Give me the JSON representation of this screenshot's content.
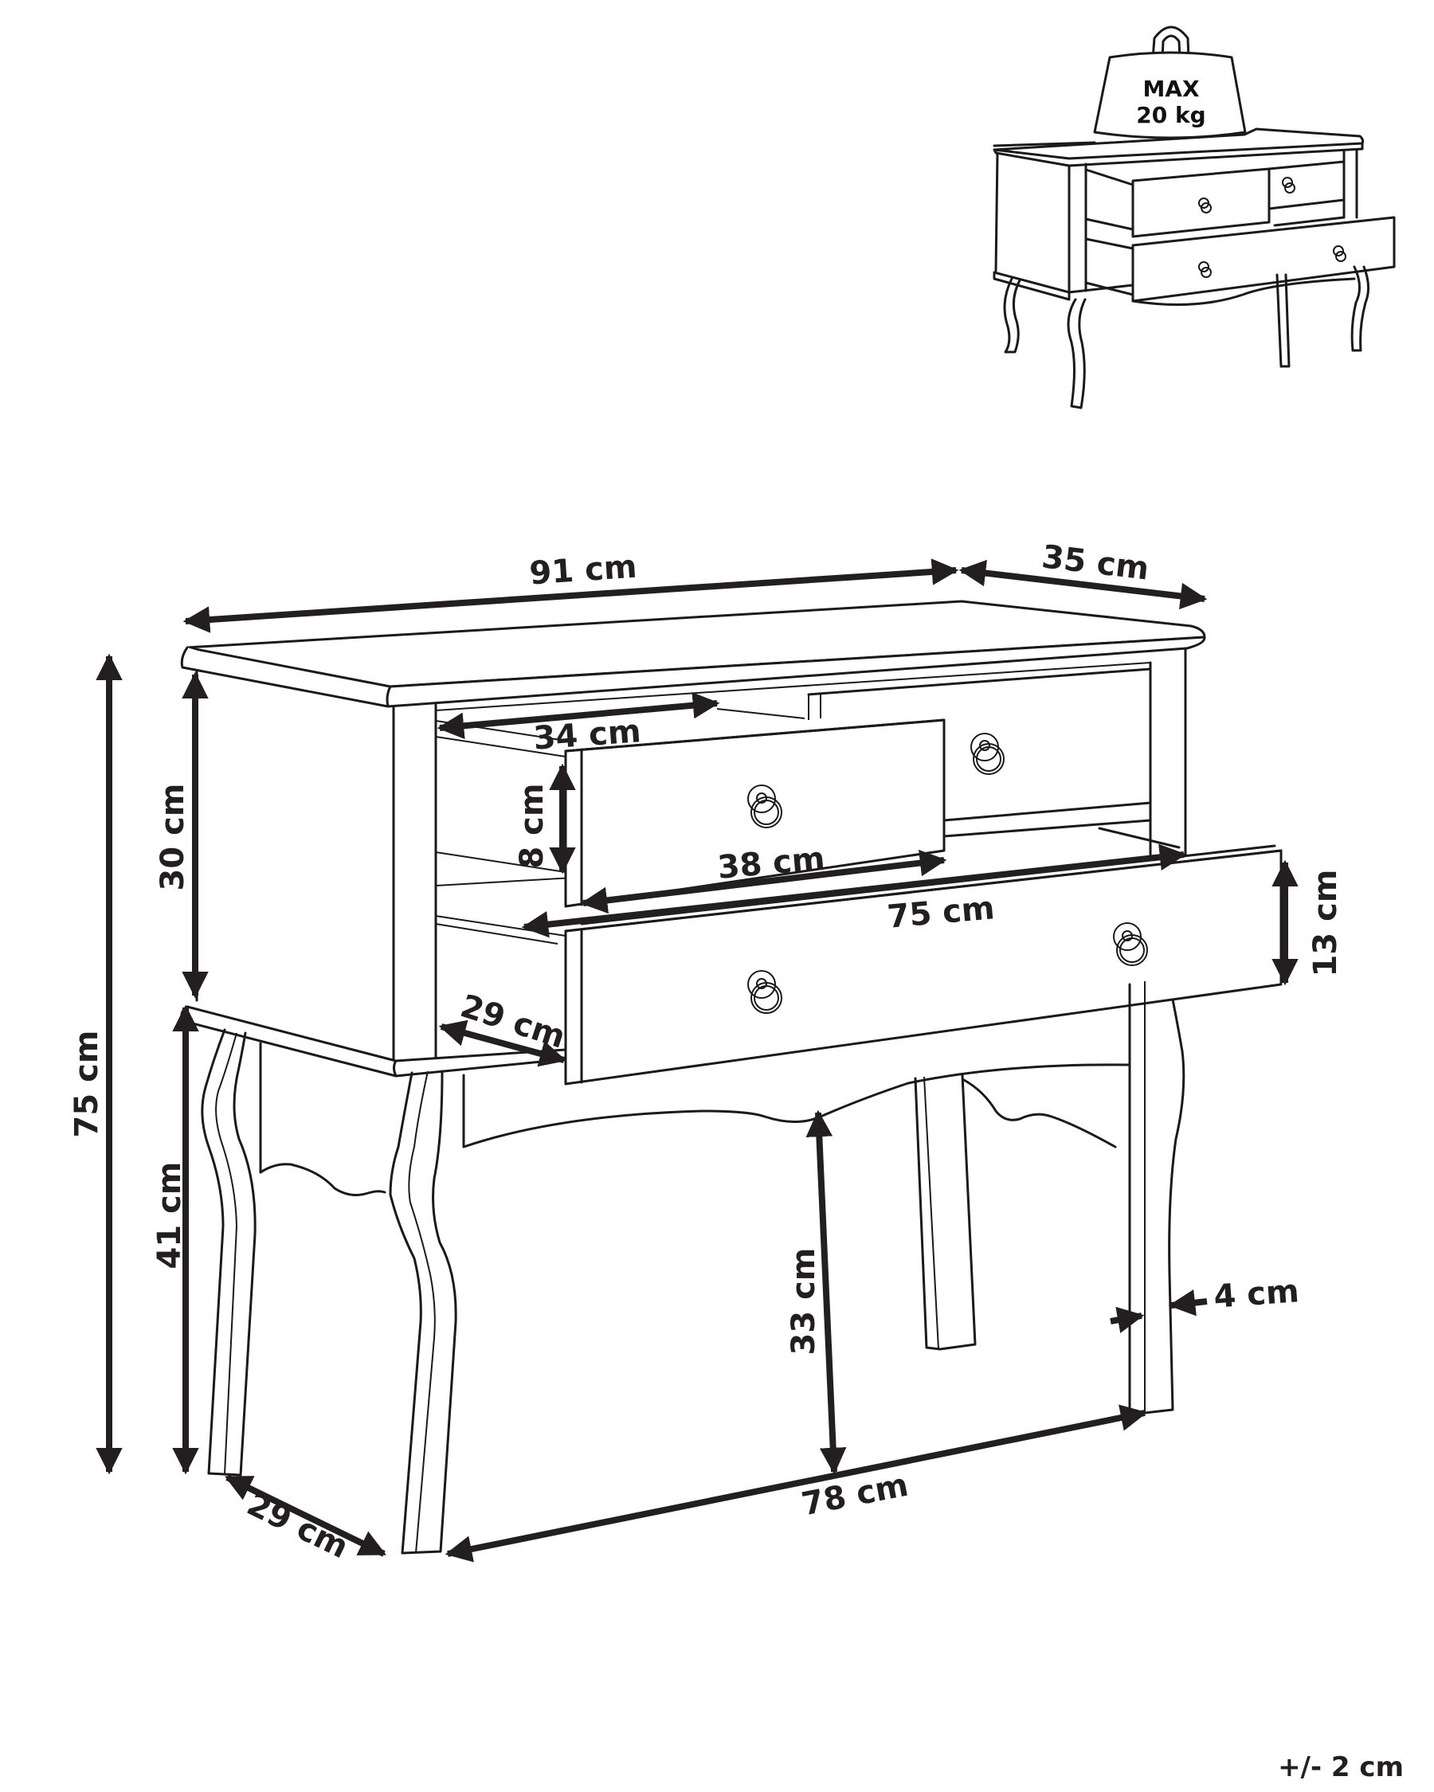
{
  "diagram": {
    "subject": "Console table with three drawers",
    "load_badge": {
      "line1": "MAX",
      "line2": "20 kg"
    },
    "dimensions": {
      "overall_width": "91 cm",
      "overall_depth": "35 cm",
      "overall_height": "75 cm",
      "body_height": "30 cm",
      "leg_height": "41 cm",
      "small_drawer_depth": "34 cm",
      "small_drawer_height": "8 cm",
      "small_drawer_width": "38 cm",
      "large_drawer_width": "75 cm",
      "large_drawer_height": "13 cm",
      "drawer_depth": "29 cm",
      "leg_depth_spacing": "29 cm",
      "leg_width_spacing": "78 cm",
      "clearance_height": "33 cm",
      "leg_thickness": "4 cm"
    },
    "tolerance": "+/- 2 cm",
    "colors": {
      "line": "#1a1a1a",
      "background": "#ffffff"
    }
  }
}
